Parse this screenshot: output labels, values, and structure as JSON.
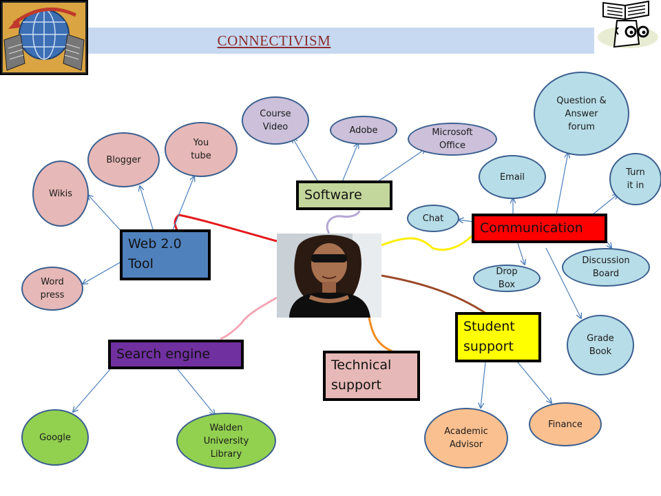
{
  "title": "CONNECTIVISM",
  "colors": {
    "title_bar": "#c6d9f1",
    "title_text": "#8b2b2b",
    "web_tool": "#4f81bd",
    "software": "#c3d69b",
    "communication": "#ff0000",
    "search_engine": "#7030a0",
    "technical_support": "#e6b8b7",
    "student_support": "#ffff00"
  },
  "icons": {
    "logo": "computers-globe-icon",
    "reader": "reader-with-book-icon",
    "center_photo": "person-photo"
  },
  "hubs": {
    "web_tool": "Web  2.0\nTool",
    "software": "Software",
    "communication": "Communication",
    "search_engine": "Search engine",
    "technical_support": "Technical\nsupport",
    "student_support": "Student\nsupport"
  },
  "nodes": {
    "wikis": "Wikis",
    "blogger": "Blogger",
    "youtube": "You\ntube",
    "wordpress": "Word\npress",
    "course_video": "Course\nVideo",
    "adobe": "Adobe",
    "microsoft_office": "Microsoft\nOffice",
    "qa_forum": "Question &\nAnswer\nforum",
    "email": "Email",
    "turn_it_in": "Turn\nit in",
    "chat": "Chat",
    "drop_box": "Drop\nBox",
    "discussion_board": "Discussion\nBoard",
    "grade_book": "Grade\nBook",
    "google": "Google",
    "walden": "Walden\nUniversity\nLibrary",
    "academic_advisor": "Academic\nAdvisor",
    "finance": "Finance"
  }
}
